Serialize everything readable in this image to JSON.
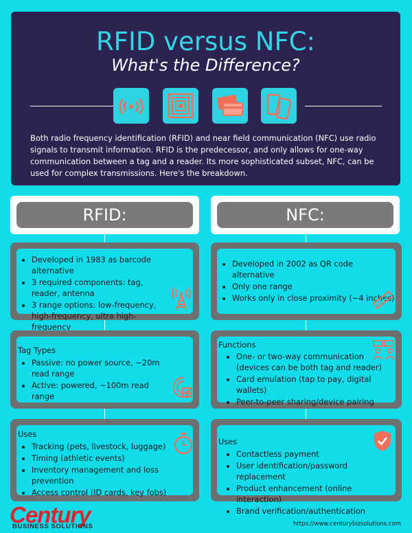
{
  "header": {
    "title": "RFID versus NFC:",
    "subtitle": "What's the Difference?",
    "icons": [
      "wireless-signal-icon",
      "rfid-chip-icon",
      "contactless-card-icon",
      "nfc-phones-icon"
    ],
    "intro": "Both radio frequency identification (RFID) and near field communication (NFC) use radio signals to transmit information. RFID is the predecessor, and only allows for one-way communication between a tag and a reader. Its more sophisticated subset, NFC, can be used for complex transmissions. Here's the breakdown."
  },
  "rfid": {
    "heading": "RFID:",
    "overview": {
      "items": [
        "Developed in 1983 as barcode alternative",
        "3 required components: tag, reader, antenna",
        "3 range options: low-frequency, high-frequency, ultra high-frequency"
      ],
      "icon": "antenna-tower-icon"
    },
    "tags": {
      "title": "Tag Types",
      "items": [
        "Passive: no power source, ~20m read range",
        "Active: powered, ~100m read range"
      ],
      "icon": "rfid-tag-icon"
    },
    "uses": {
      "title": "Uses",
      "items": [
        "Tracking (pets, livestock, luggage)",
        "Timing (athletic events)",
        "Inventory management and loss prevention",
        "Access control (ID cards, key fobs)"
      ],
      "icon": "stopwatch-icon"
    }
  },
  "nfc": {
    "heading": "NFC:",
    "overview": {
      "items": [
        "Developed in 2002 as QR code alternative",
        "Only one range",
        "Works only in close proximity (~4 inches)"
      ],
      "icon": "ruler-icon"
    },
    "functions": {
      "title": "Functions",
      "items": [
        "One- or two-way communication (devices can be both tag and reader)",
        "Card emulation (tap to pay, digital wallets)",
        "Peer-to-peer sharing/device pairing"
      ],
      "icon": "people-chat-icon"
    },
    "uses": {
      "title": "Uses",
      "items": [
        "Contactless payment",
        "User identification/password replacement",
        "Product enhancement (online interaction)",
        "Brand verification/authentication"
      ],
      "icon": "shield-check-icon"
    }
  },
  "footer": {
    "logo_main": "Century",
    "logo_sub": "BUSINESS SOLUTIONS",
    "url": "https://www.centurybizsolutions.com"
  },
  "colors": {
    "background": "#12dbea",
    "header": "#2c2350",
    "title": "#34d6e6",
    "panel_border": "#6e6f70",
    "icon_accent": "#f2705a",
    "logo_red": "#e5222c"
  }
}
